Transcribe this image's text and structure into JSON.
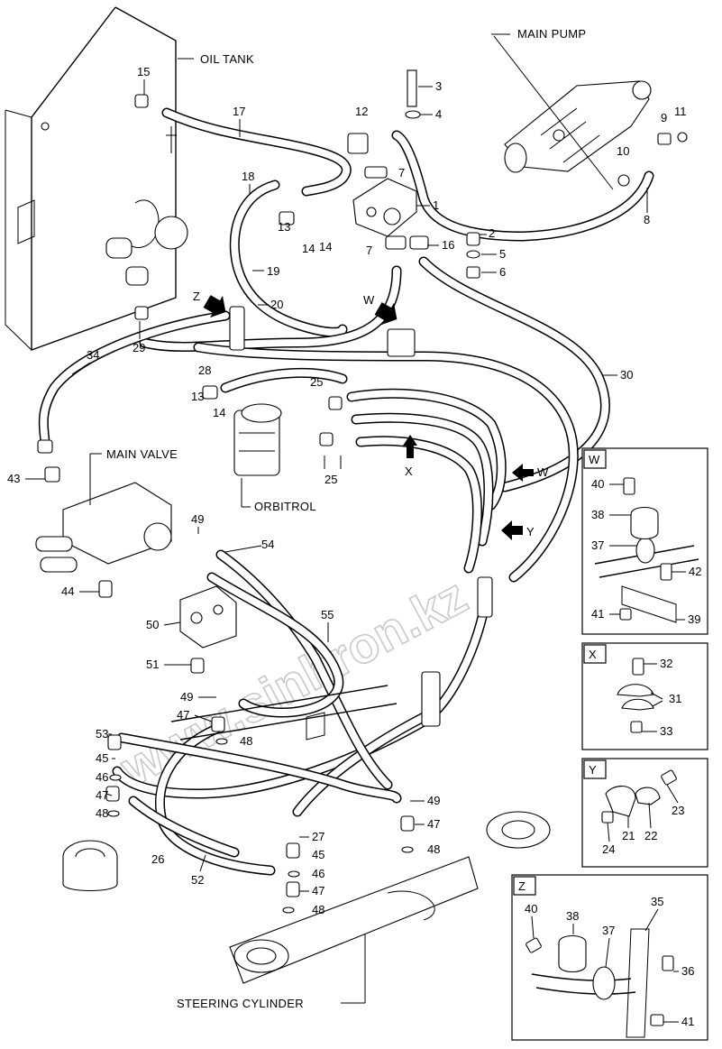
{
  "labels": {
    "oil_tank": "OIL TANK",
    "main_pump": "MAIN PUMP",
    "main_valve": "MAIN VALVE",
    "orbitrol": "ORBITROL",
    "steering_cylinder": "STEERING CYLINDER",
    "watermark": "www.sinhron.kz"
  },
  "views": {
    "W": "W",
    "X": "X",
    "Y": "Y",
    "Z": "Z"
  },
  "arrows": {
    "W": "W",
    "X": "X",
    "Y": "Y",
    "Z": "Z"
  },
  "callouts_main": [
    "1",
    "2",
    "3",
    "4",
    "5",
    "6",
    "7",
    "7",
    "8",
    "9",
    "10",
    "11",
    "12",
    "13",
    "13",
    "14",
    "14",
    "14",
    "15",
    "16",
    "17",
    "18",
    "19",
    "20",
    "25",
    "25",
    "26",
    "27",
    "28",
    "29",
    "30",
    "34",
    "43",
    "44",
    "45",
    "45",
    "46",
    "46",
    "47",
    "47",
    "47",
    "47",
    "48",
    "48",
    "48",
    "48",
    "49",
    "49",
    "49",
    "50",
    "51",
    "52",
    "53",
    "54",
    "55"
  ],
  "detail_W": [
    "40",
    "38",
    "37",
    "42",
    "41",
    "39"
  ],
  "detail_X": [
    "32",
    "31",
    "33"
  ],
  "detail_Y": [
    "23",
    "22",
    "21",
    "24"
  ],
  "detail_Z": [
    "40",
    "38",
    "37",
    "35",
    "36",
    "41"
  ]
}
